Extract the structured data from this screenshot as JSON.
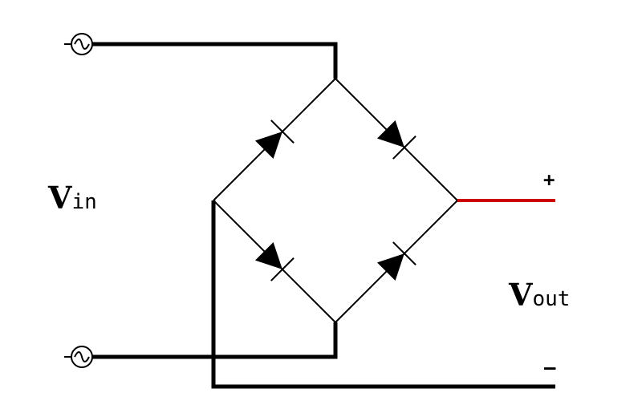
{
  "labels": {
    "vin_main": "V",
    "vin_sub": "in",
    "vout_main": "V",
    "vout_sub": "out",
    "plus": "+",
    "minus": "–"
  },
  "colors": {
    "wire": "#000000",
    "positive_output": "#cc0000",
    "background": "#ffffff"
  },
  "components": {
    "ac_sources": 2,
    "diodes": 4
  }
}
